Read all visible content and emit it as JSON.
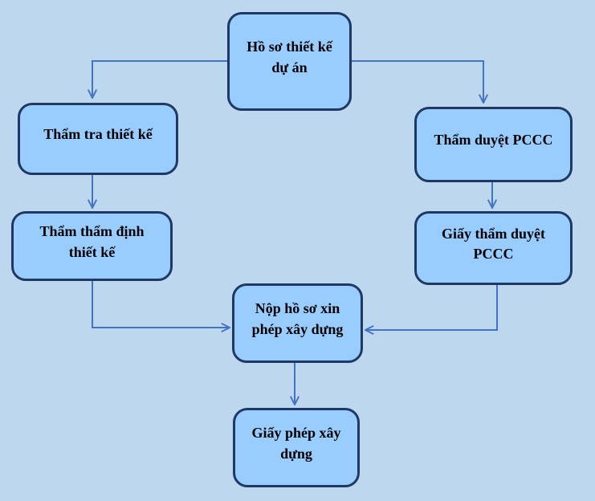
{
  "diagram": {
    "type": "flowchart",
    "colors": {
      "background": "#BDD7EE",
      "node_fill": "#99CCFF",
      "node_border": "#1F3864",
      "arrow": "#4472C4",
      "text": "#000000"
    },
    "nodes": [
      {
        "id": "ho-so-thiet-ke-du-an",
        "label": "Hồ sơ thiết kế dự án",
        "lines": [
          "Hồ sơ thiết kế",
          "dự án"
        ]
      },
      {
        "id": "tham-tra-thiet-ke",
        "label": "Thẩm tra thiết kế",
        "lines": [
          "Thẩm tra thiết kế"
        ]
      },
      {
        "id": "tham-tham-dinh-thiet-ke",
        "label": "Thẩm thẩm định thiết kế",
        "lines": [
          "Thẩm thẩm định",
          "thiết kế"
        ]
      },
      {
        "id": "tham-duyet-pccc",
        "label": "Thẩm duyệt PCCC",
        "lines": [
          "Thẩm duyệt PCCC"
        ]
      },
      {
        "id": "giay-tham-duyet-pccc",
        "label": "Giấy thẩm duyệt PCCC",
        "lines": [
          "Giấy thẩm duyệt",
          "PCCC"
        ]
      },
      {
        "id": "nop-ho-so-xin-phep-xay-dung",
        "label": "Nộp hồ sơ xin phép xây dựng",
        "lines": [
          "Nộp hồ sơ xin",
          "phép xây dựng"
        ]
      },
      {
        "id": "giay-phep-xay-dung",
        "label": "Giấy phép xây dựng",
        "lines": [
          "Giấy phép xây",
          "dựng"
        ]
      }
    ],
    "edges": [
      {
        "from": "ho-so-thiet-ke-du-an",
        "to": "tham-tra-thiet-ke"
      },
      {
        "from": "ho-so-thiet-ke-du-an",
        "to": "tham-duyet-pccc"
      },
      {
        "from": "tham-tra-thiet-ke",
        "to": "tham-tham-dinh-thiet-ke"
      },
      {
        "from": "tham-duyet-pccc",
        "to": "giay-tham-duyet-pccc"
      },
      {
        "from": "tham-tham-dinh-thiet-ke",
        "to": "nop-ho-so-xin-phep-xay-dung"
      },
      {
        "from": "giay-tham-duyet-pccc",
        "to": "nop-ho-so-xin-phep-xay-dung"
      },
      {
        "from": "nop-ho-so-xin-phep-xay-dung",
        "to": "giay-phep-xay-dung"
      }
    ]
  }
}
